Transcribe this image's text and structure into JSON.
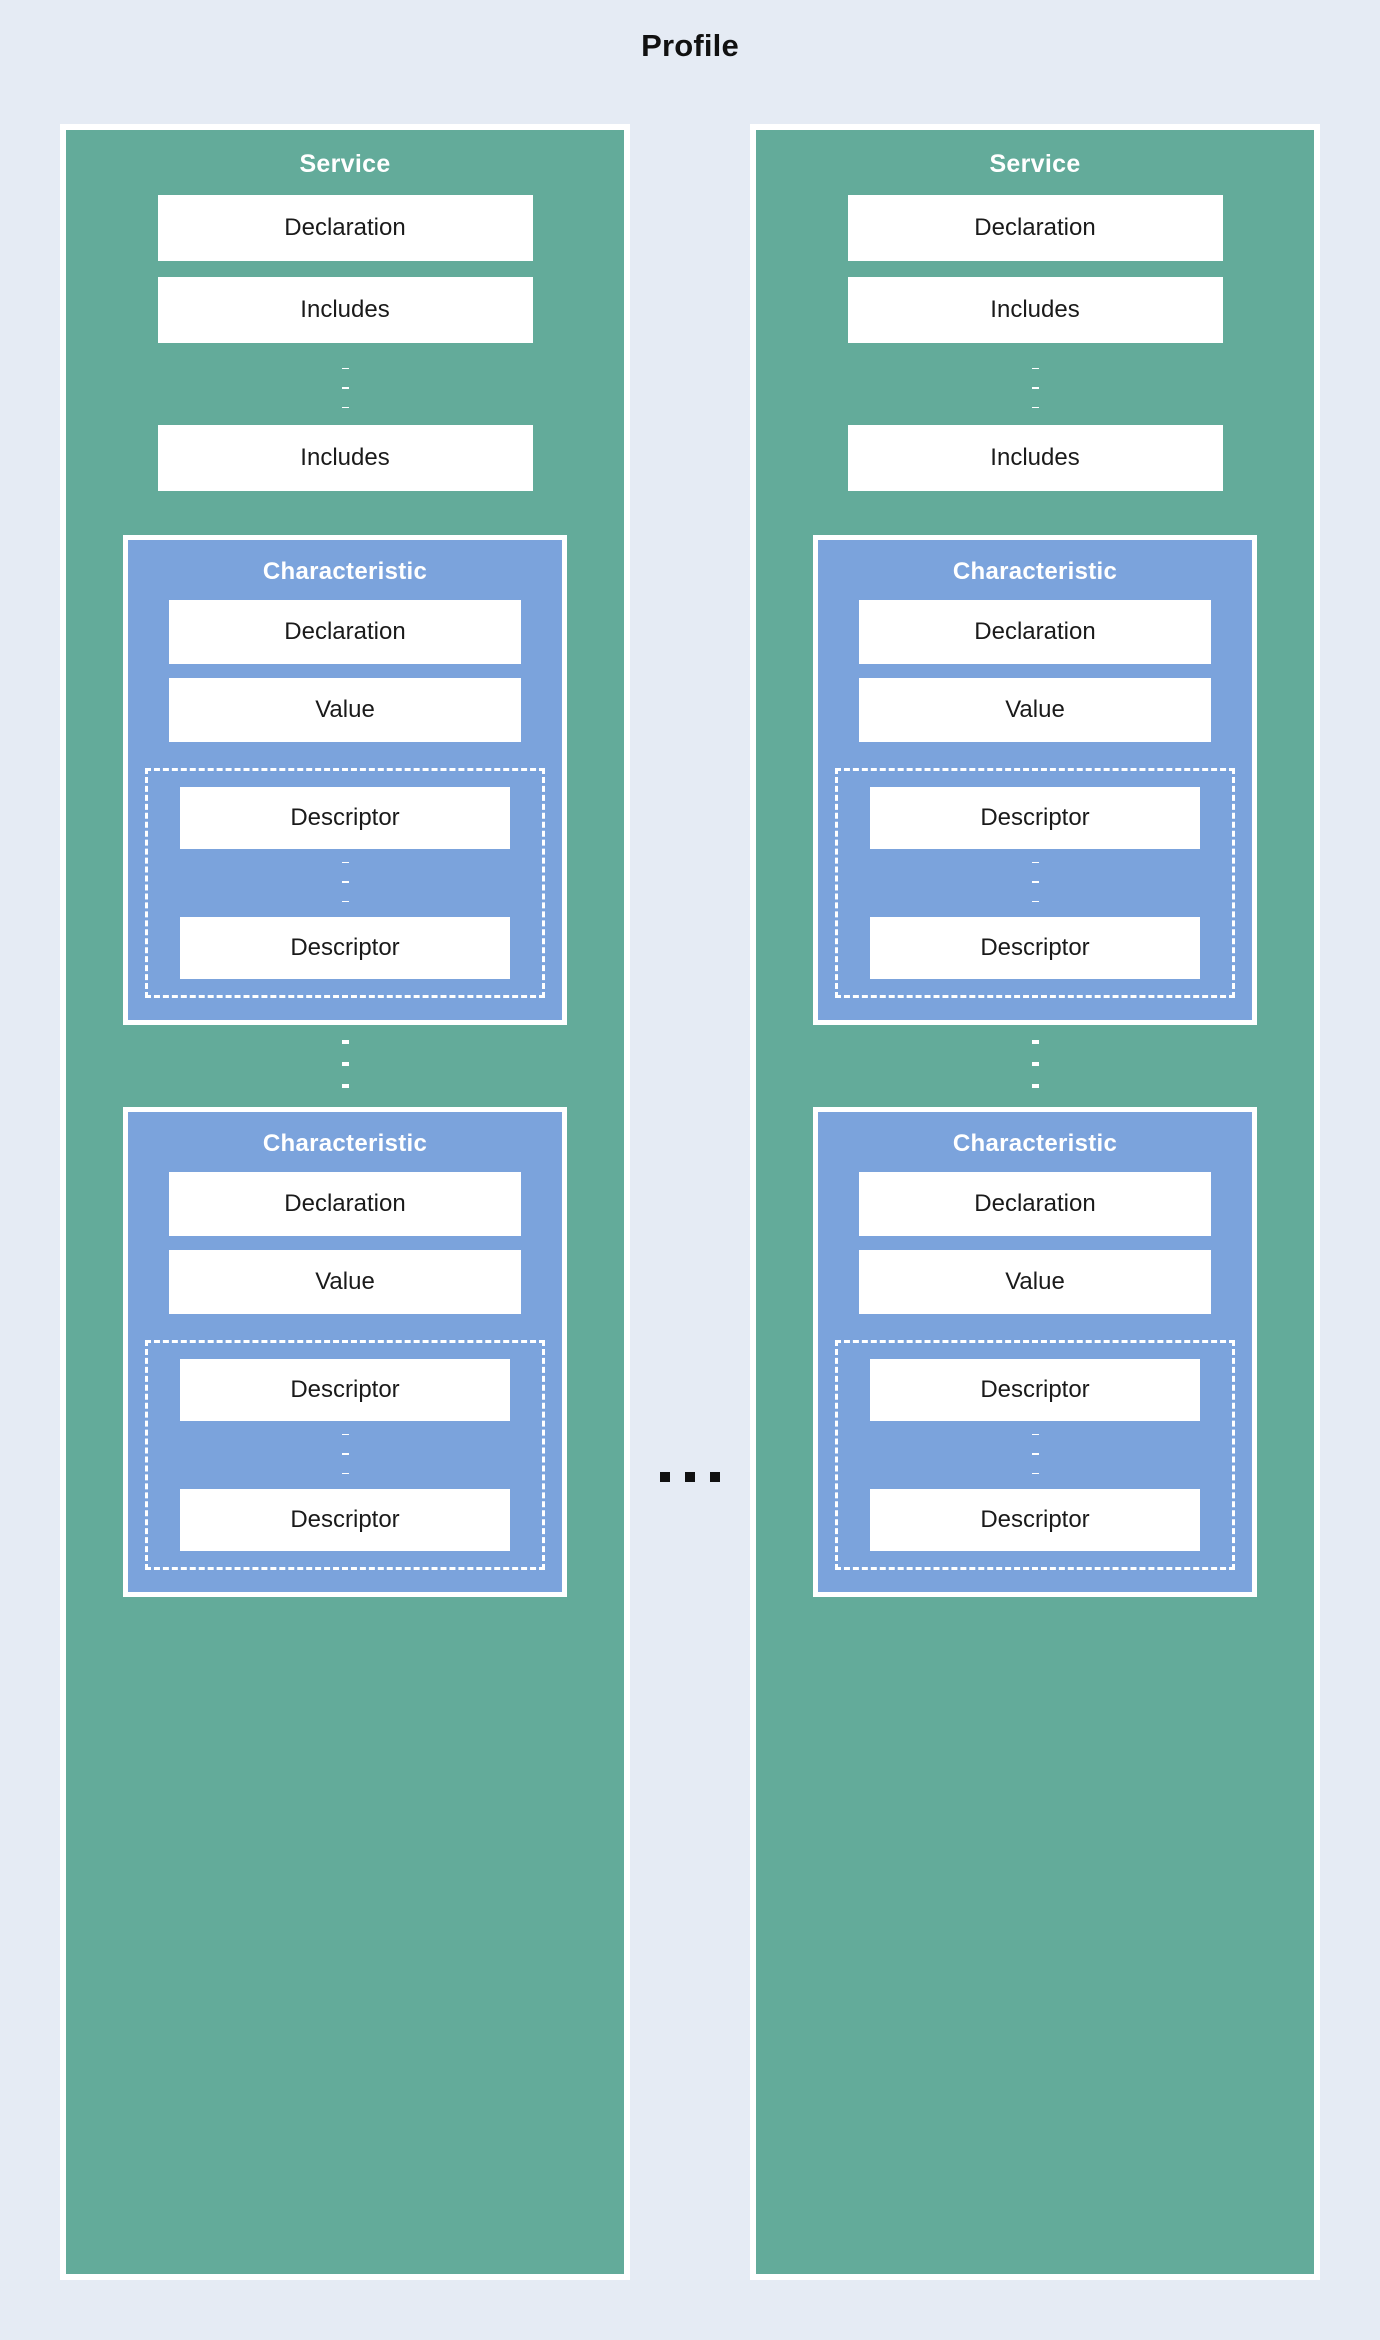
{
  "page": {
    "title": "Profile",
    "background_color": "#e5ebf4",
    "title_color": "#111111"
  },
  "colors": {
    "service": "#63ab9a",
    "characteristic": "#7ba3dc",
    "leaf": "#ffffff",
    "border": "#ffffff",
    "text_dark": "#1a1a1a",
    "text_light": "#ffffff",
    "ellipsis_dark": "#111111"
  },
  "labels": {
    "service": "Service",
    "characteristic": "Characteristic",
    "declaration": "Declaration",
    "includes": "Includes",
    "value": "Value",
    "descriptor": "Descriptor"
  },
  "services": [
    {
      "title": "Service",
      "declaration": "Declaration",
      "includes_first": "Includes",
      "includes_last": "Includes",
      "characteristics": [
        {
          "title": "Characteristic",
          "declaration": "Declaration",
          "value": "Value",
          "descriptor_first": "Descriptor",
          "descriptor_last": "Descriptor"
        },
        {
          "title": "Characteristic",
          "declaration": "Declaration",
          "value": "Value",
          "descriptor_first": "Descriptor",
          "descriptor_last": "Descriptor"
        }
      ]
    },
    {
      "title": "Service",
      "declaration": "Declaration",
      "includes_first": "Includes",
      "includes_last": "Includes",
      "characteristics": [
        {
          "title": "Characteristic",
          "declaration": "Declaration",
          "value": "Value",
          "descriptor_first": "Descriptor",
          "descriptor_last": "Descriptor"
        },
        {
          "title": "Characteristic",
          "declaration": "Declaration",
          "value": "Value",
          "descriptor_first": "Descriptor",
          "descriptor_last": "Descriptor"
        }
      ]
    }
  ],
  "ellipses": {
    "between_includes": "vertical-ellipsis",
    "between_characteristics": "vertical-ellipsis",
    "between_descriptors": "vertical-ellipsis",
    "between_services": "horizontal-ellipsis"
  }
}
